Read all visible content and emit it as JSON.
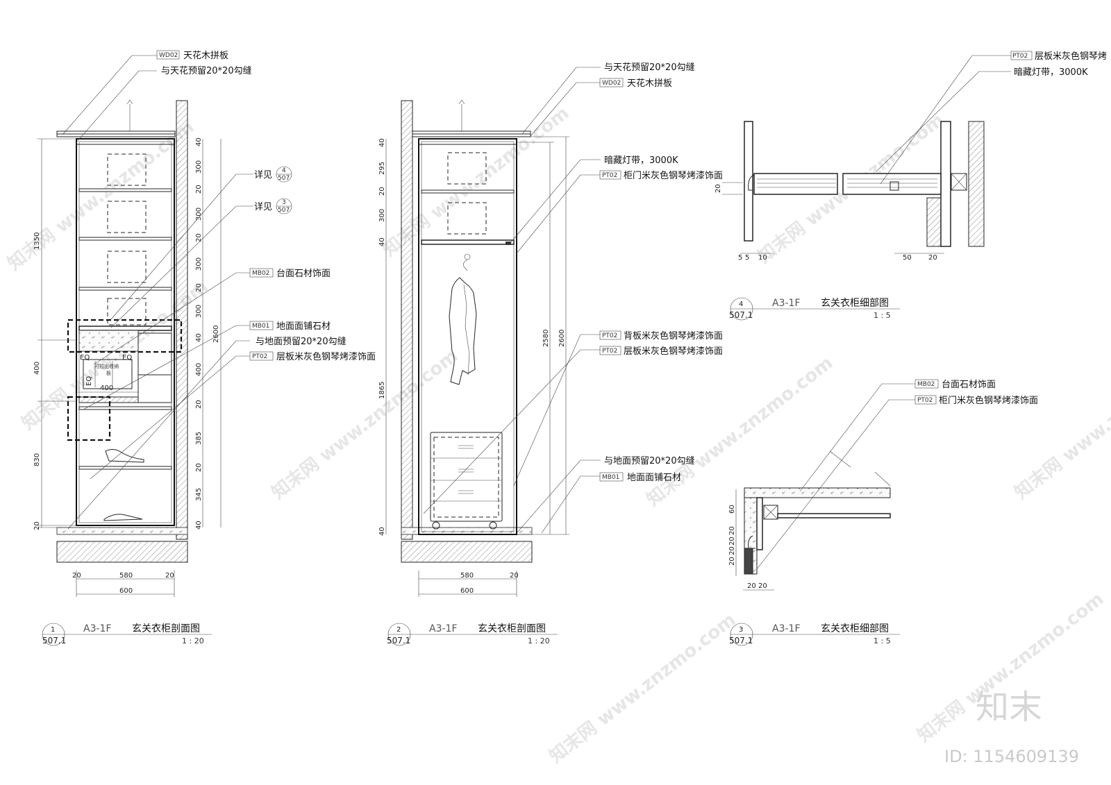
{
  "drawing_1": {
    "callouts": [
      {
        "code": "WD02",
        "text": "天花木拼板"
      },
      {
        "code": "",
        "text": "与天花预留20*20勾缝"
      },
      {
        "code": "",
        "text": "详见",
        "ref_top": "4",
        "ref_bottom": "507"
      },
      {
        "code": "",
        "text": "详见",
        "ref_top": "3",
        "ref_bottom": "507"
      },
      {
        "code": "MB02",
        "text": "台面石材饰面"
      },
      {
        "code": "MB01",
        "text": "地面面铺石材"
      },
      {
        "code": "",
        "text": "与地面预留20*20勾缝"
      },
      {
        "code": "PT02",
        "text": "层板米灰色钢琴烤漆饰面"
      }
    ],
    "dims_left": [
      "1350",
      "400",
      "830",
      "20"
    ],
    "dims_right": [
      "40",
      "300",
      "20",
      "300",
      "20",
      "300",
      "20",
      "300",
      "40",
      "400",
      "20",
      "385",
      "20",
      "345",
      "40"
    ],
    "dim_overall": "2600",
    "dims_bottom": [
      "20",
      "580",
      "20",
      "600"
    ],
    "inner_dims": [
      "EQ",
      "EQ",
      "400",
      "EQ"
    ],
    "inner_notes": [
      "可拉出收纳",
      "板"
    ],
    "title": {
      "num": "1",
      "sheet": "507.1",
      "code": "A3-1F",
      "name": "玄关衣柜剖面图",
      "scale": "1 : 20"
    }
  },
  "drawing_2": {
    "callouts": [
      {
        "code": "",
        "text": "与天花预留20*20勾缝"
      },
      {
        "code": "WD02",
        "text": "天花木拼板"
      },
      {
        "code": "",
        "text": "暗藏灯带，3000K"
      },
      {
        "code": "PT02",
        "text": "柜门米灰色钢琴烤漆饰面"
      },
      {
        "code": "PT02",
        "text": "背板米灰色钢琴烤漆饰面"
      },
      {
        "code": "PT02",
        "text": "层板米灰色钢琴烤漆饰面"
      },
      {
        "code": "",
        "text": "与地面预留20*20勾缝"
      },
      {
        "code": "MB01",
        "text": "地面面铺石材"
      }
    ],
    "dims_left": [
      "40",
      "295",
      "20",
      "300",
      "40",
      "1865",
      "40"
    ],
    "dims_right": [
      "2580",
      "2600"
    ],
    "dims_bottom": [
      "580",
      "20",
      "600"
    ],
    "title": {
      "num": "2",
      "sheet": "507.1",
      "code": "A3-1F",
      "name": "玄关衣柜剖面图",
      "scale": "1 : 20"
    }
  },
  "drawing_4": {
    "callouts": [
      {
        "code": "PT02",
        "text": "层板米灰色钢琴烤"
      },
      {
        "code": "",
        "text": "暗藏灯带，3000K"
      }
    ],
    "dims": [
      "20",
      "5",
      "5",
      "10",
      "50",
      "20"
    ],
    "title": {
      "num": "4",
      "sheet": "507.1",
      "code": "A3-1F",
      "name": "玄关衣柜细部图",
      "scale": "1 : 5"
    }
  },
  "drawing_3": {
    "callouts": [
      {
        "code": "MB02",
        "text": "台面石材饰面"
      },
      {
        "code": "PT02",
        "text": "柜门米灰色钢琴烤漆饰面"
      }
    ],
    "dims": [
      "60",
      "20",
      "20",
      "20",
      "20",
      "20",
      "20"
    ],
    "title": {
      "num": "3",
      "sheet": "507.1",
      "code": "A3-1F",
      "name": "玄关衣柜细部图",
      "scale": "1 : 5"
    }
  },
  "watermark": {
    "site": "www.znzmo.com",
    "brand": "知末网",
    "logo": "知末",
    "id": "ID: 1154609139"
  }
}
